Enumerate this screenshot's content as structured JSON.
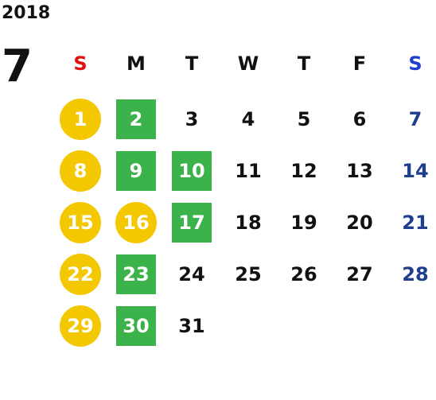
{
  "year": "2018",
  "month": "7",
  "weekdays": [
    "S",
    "M",
    "T",
    "W",
    "T",
    "F",
    "S"
  ],
  "colors": {
    "sunday_header": "#e01010",
    "saturday_header": "#1f3fd0",
    "saturday_text": "#1f3f8e",
    "circle_fill": "#f4c800",
    "square_fill": "#3cb34a"
  },
  "weeks": [
    [
      {
        "d": "1",
        "m": "circle"
      },
      {
        "d": "2",
        "m": "square"
      },
      {
        "d": "3"
      },
      {
        "d": "4"
      },
      {
        "d": "5"
      },
      {
        "d": "6"
      },
      {
        "d": "7"
      }
    ],
    [
      {
        "d": "8",
        "m": "circle"
      },
      {
        "d": "9",
        "m": "square"
      },
      {
        "d": "10",
        "m": "square"
      },
      {
        "d": "11"
      },
      {
        "d": "12"
      },
      {
        "d": "13"
      },
      {
        "d": "14"
      }
    ],
    [
      {
        "d": "15",
        "m": "circle"
      },
      {
        "d": "16",
        "m": "circle"
      },
      {
        "d": "17",
        "m": "square"
      },
      {
        "d": "18"
      },
      {
        "d": "19"
      },
      {
        "d": "20"
      },
      {
        "d": "21"
      }
    ],
    [
      {
        "d": "22",
        "m": "circle"
      },
      {
        "d": "23",
        "m": "square"
      },
      {
        "d": "24"
      },
      {
        "d": "25"
      },
      {
        "d": "26"
      },
      {
        "d": "27"
      },
      {
        "d": "28"
      }
    ],
    [
      {
        "d": "29",
        "m": "circle"
      },
      {
        "d": "30",
        "m": "square"
      },
      {
        "d": "31"
      }
    ]
  ]
}
